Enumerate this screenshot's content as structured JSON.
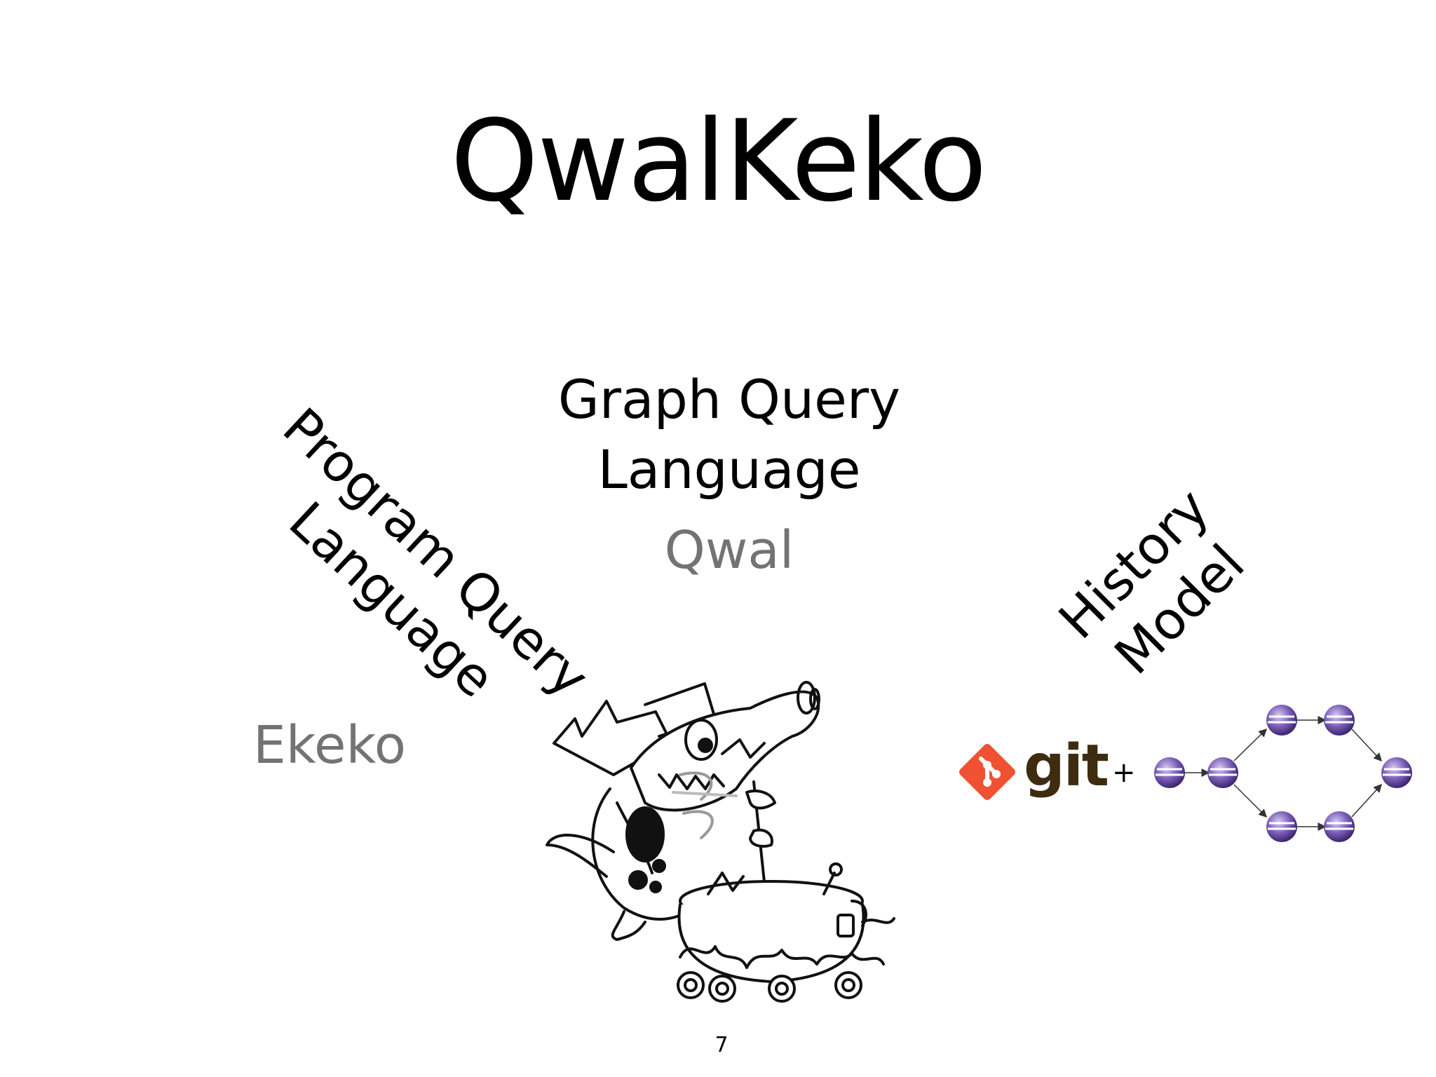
{
  "slide": {
    "title": "QwalKeko",
    "graph_heading_line1": "Graph Query",
    "graph_heading_line2": "Language",
    "graph_tool": "Qwal",
    "program_heading_line1": "Program Query",
    "program_heading_line2": "Language",
    "program_tool": "Ekeko",
    "history_heading_line1": "History",
    "history_heading_line2": "Model",
    "git_label": "git",
    "plus": "+",
    "page_number": "7"
  },
  "colors": {
    "text": "#000000",
    "subtitle_gray": "#737373",
    "git_orange": "#f05133",
    "git_text": "#3e2c10",
    "node_purple": "#6b4fa3"
  },
  "icons": {
    "git_logo": "git-logo-icon",
    "graph_node": "eclipse-sphere-icon",
    "mascot": "pig-witch-cauldron-illustration"
  }
}
